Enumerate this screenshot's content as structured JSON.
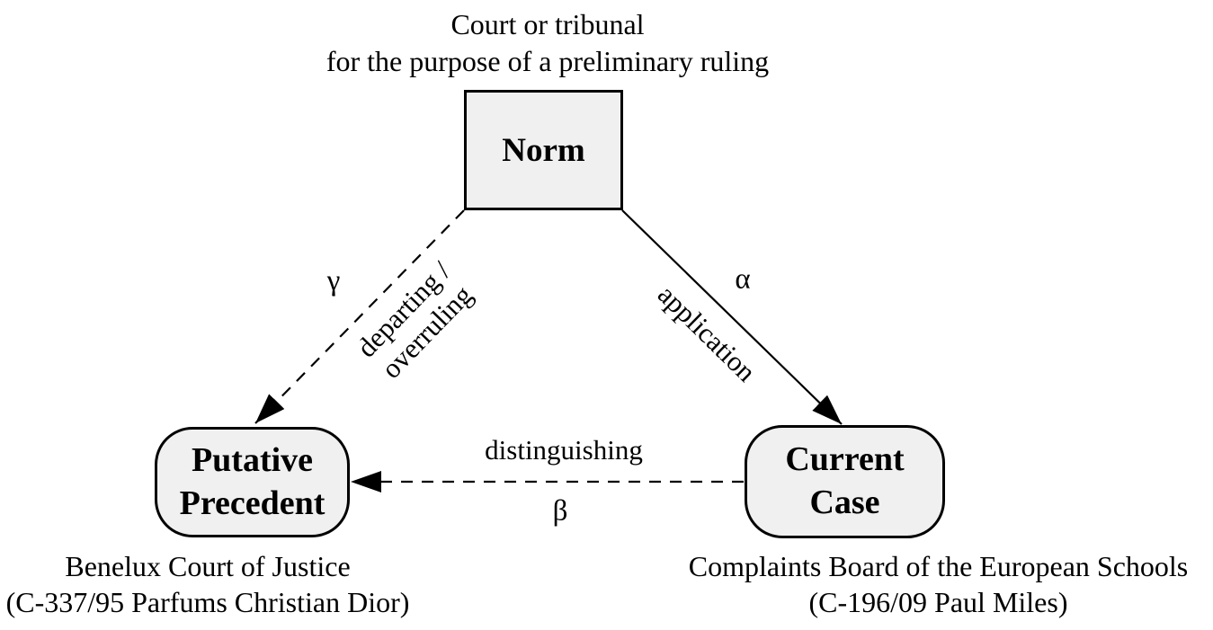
{
  "figure": {
    "header": {
      "lines": [
        "Court or tribunal",
        "for the purpose of a preliminary ruling"
      ]
    },
    "nodes": {
      "norm": {
        "label": "Norm",
        "shape": "rectangle"
      },
      "putative_precedent": {
        "lines": [
          "Putative",
          "Precedent"
        ],
        "shape": "rounded-rectangle",
        "caption": {
          "lines": [
            "Benelux Court of Justice",
            "(C-337/95 Parfums Christian Dior)"
          ]
        }
      },
      "current_case": {
        "lines": [
          "Current",
          "Case"
        ],
        "shape": "rounded-rectangle",
        "caption": {
          "lines": [
            "Complaints Board of the European Schools",
            "(C-196/09 Paul Miles)"
          ]
        }
      }
    },
    "edges": {
      "alpha": {
        "symbol": "α",
        "label": "application",
        "from": "norm",
        "to": "current_case",
        "line_style": "solid"
      },
      "beta": {
        "symbol": "β",
        "label": "distinguishing",
        "from": "current_case",
        "to": "putative_precedent",
        "line_style": "dashed"
      },
      "gamma": {
        "symbol": "γ",
        "label_lines": [
          "departing /",
          "overruling"
        ],
        "from": "norm",
        "to": "putative_precedent",
        "line_style": "dashed"
      }
    },
    "colors": {
      "node_fill": "#f0f0f0",
      "node_border": "#000000",
      "line": "#000000",
      "text": "#000000",
      "background": "#ffffff"
    }
  }
}
